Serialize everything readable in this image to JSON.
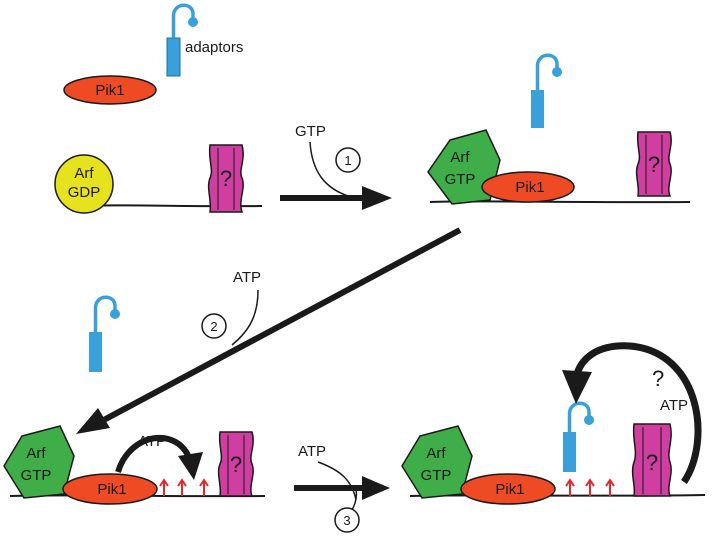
{
  "colors": {
    "pik1": "#ee4b24",
    "arf_gtp": "#3fae49",
    "arf_gdp": "#e6e21e",
    "unknown": "#cf3ea0",
    "adaptor": "#3aa0d9",
    "phosphate": "#e5262a",
    "ink": "#1a1a1a"
  },
  "legend": {
    "adaptors_label": "adaptors",
    "pik1_label": "Pik1"
  },
  "panel1": {
    "arf_label": "Arf",
    "gdp_label": "GDP",
    "unknown_label": "?"
  },
  "step1": {
    "number": "1",
    "cofactor": "GTP"
  },
  "panel2": {
    "arf_label": "Arf",
    "gtp_label": "GTP",
    "pik1_label": "Pik1",
    "unknown_label": "?"
  },
  "step2": {
    "number": "2",
    "cofactor": "ATP"
  },
  "panel3": {
    "arf_label": "Arf",
    "gtp_label": "GTP",
    "pik1_label": "Pik1",
    "atp_label": "ATP",
    "unknown_label": "?"
  },
  "step3": {
    "number": "3",
    "cofactor": "ATP"
  },
  "panel4": {
    "arf_label": "Arf",
    "gtp_label": "GTP",
    "pik1_label": "Pik1",
    "unknown_label": "?",
    "feedback_question": "?",
    "feedback_atp": "ATP"
  }
}
